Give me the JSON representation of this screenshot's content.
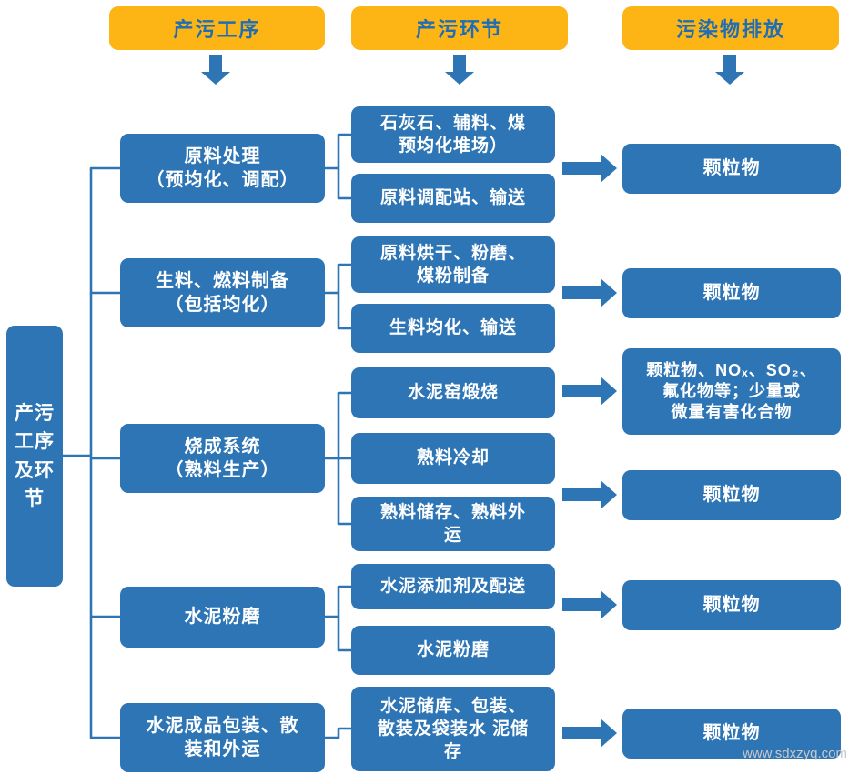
{
  "colors": {
    "header_bg": "#FCB514",
    "header_text": "#1F6DB5",
    "box_bg": "#2E75B6",
    "box_text": "#FFFFFF",
    "connector": "#2E75B6",
    "watermark_text": "#C9C9C9"
  },
  "headers": [
    {
      "label": "产污工序"
    },
    {
      "label": "产污环节"
    },
    {
      "label": "污染物排放"
    }
  ],
  "side_label": "产污\n工序\n及环\n节",
  "processes": [
    {
      "label": "原料处理\n（预均化、调配）"
    },
    {
      "label": "生料、燃料制备\n（包括均化）"
    },
    {
      "label": "烧成系统\n（熟料生产）"
    },
    {
      "label": "水泥粉磨"
    },
    {
      "label": "水泥成品包装、散\n装和外运"
    }
  ],
  "stages": [
    {
      "label": "石灰石、辅料、煤\n预均化堆场）"
    },
    {
      "label": "原料调配站、输送"
    },
    {
      "label": "原料烘干、粉磨、\n煤粉制备"
    },
    {
      "label": "生料均化、输送"
    },
    {
      "label": "水泥窑煅烧"
    },
    {
      "label": "熟料冷却"
    },
    {
      "label": "熟料储存、熟料外\n运"
    },
    {
      "label": "水泥添加剂及配送"
    },
    {
      "label": "水泥粉磨"
    },
    {
      "label": "水泥储库、包装、\n散装及袋装水 泥储\n存"
    }
  ],
  "emissions": [
    {
      "label": "颗粒物"
    },
    {
      "label": "颗粒物"
    },
    {
      "label": "颗粒物、NOₓ、SO₂、\n氟化物等；少量或\n微量有害化合物"
    },
    {
      "label": "颗粒物"
    },
    {
      "label": "颗粒物"
    },
    {
      "label": "颗粒物"
    }
  ],
  "watermark": "www.sdxzyq.com"
}
